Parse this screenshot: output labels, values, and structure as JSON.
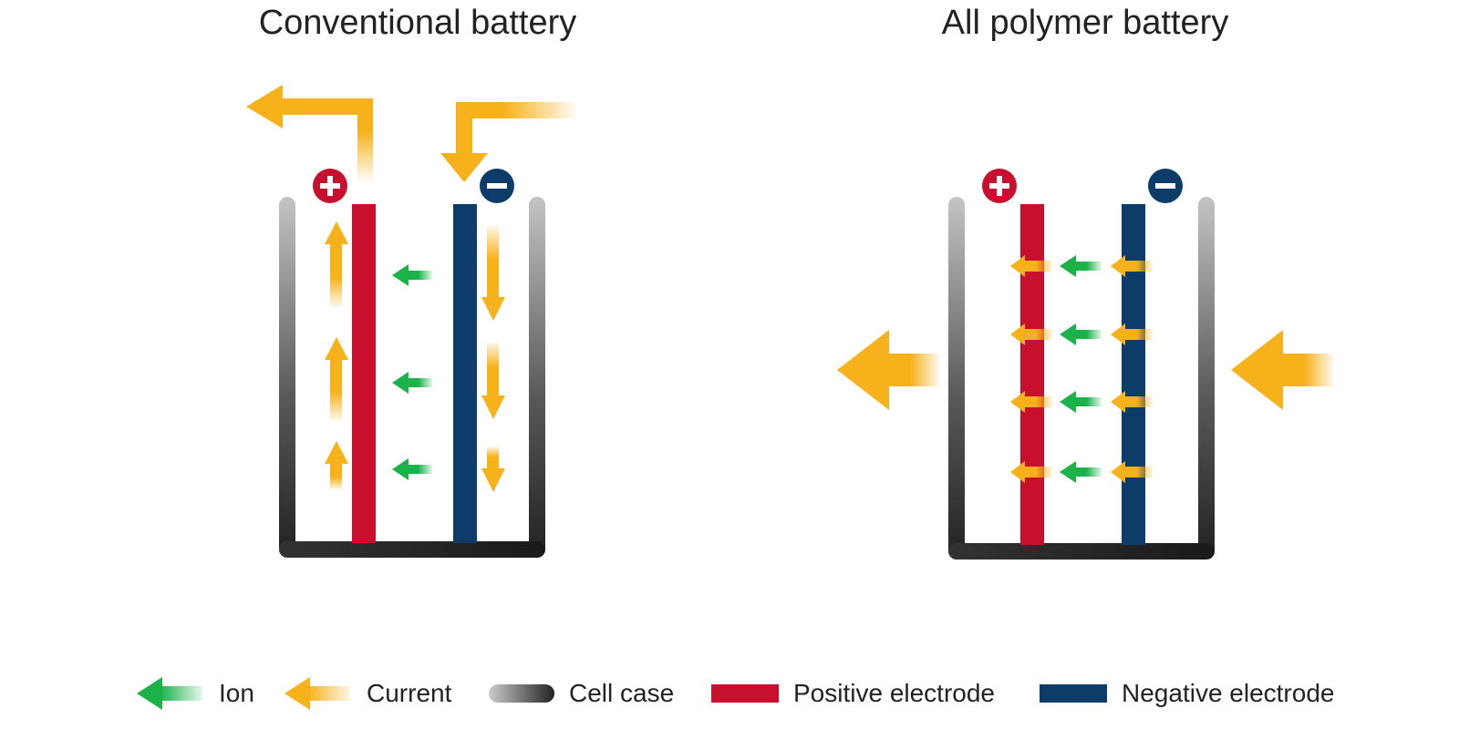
{
  "titles": {
    "left": "Conventional battery",
    "right": "All polymer battery"
  },
  "terminals": {
    "positive_symbol": "+",
    "negative_symbol": "−"
  },
  "legend": {
    "ion": "Ion",
    "current": "Current",
    "cell_case": "Cell case",
    "positive_electrode": "Positive electrode",
    "negative_electrode": "Negative electrode"
  },
  "colors": {
    "positive": "#c8102e",
    "negative": "#0e3c68",
    "ion": "#1bb24a",
    "current": "#f7b21b",
    "case_dark": "#222222",
    "case_light": "#bbbbbb"
  },
  "icons": {
    "ion": "left-arrow-icon",
    "current": "left-arrow-icon",
    "positive_terminal": "plus-circle-icon",
    "negative_terminal": "minus-circle-icon"
  }
}
